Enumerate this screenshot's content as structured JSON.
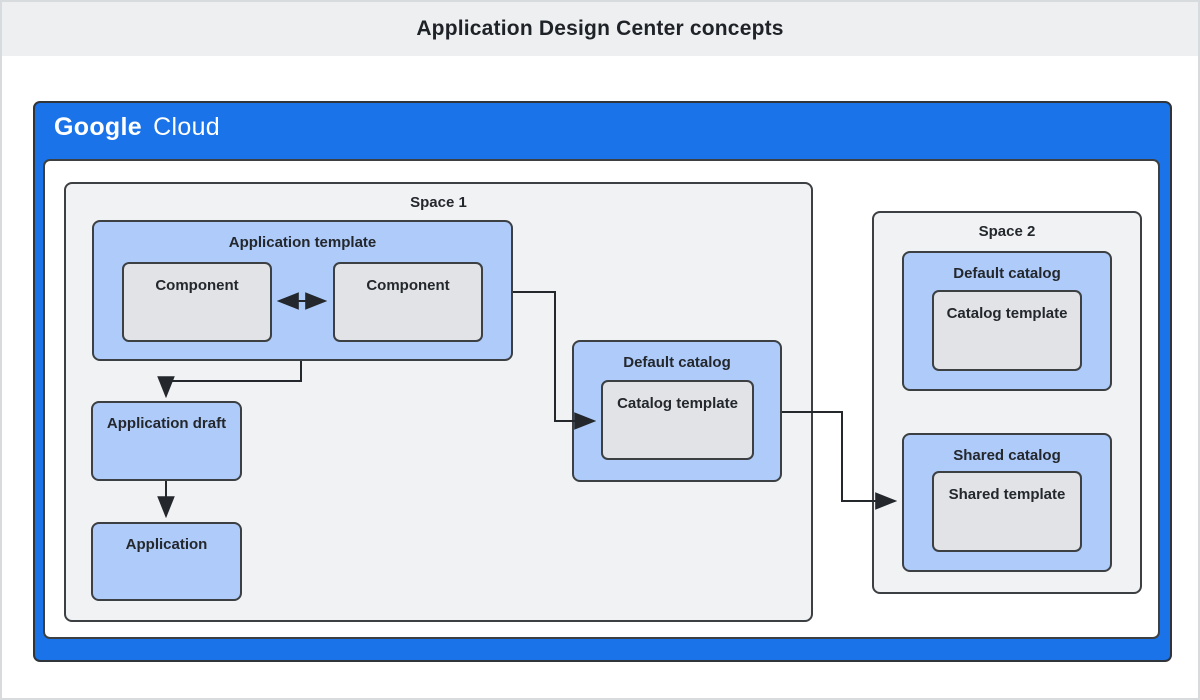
{
  "page": {
    "title": "Application Design Center concepts"
  },
  "brand": {
    "google": "Google",
    "cloud": "Cloud"
  },
  "colors": {
    "brand_blue": "#1a73e8",
    "node_blue": "#aecbfa",
    "node_gray": "#e1e3e6",
    "space_background": "#f1f2f4",
    "border_dark": "#3c4043",
    "arrow": "#24282d",
    "title_bar_background": "#edeff1"
  },
  "diagram": {
    "space1": {
      "label": "Space 1",
      "application_template": {
        "label": "Application template",
        "components": [
          "Component",
          "Component"
        ]
      },
      "application_draft": {
        "label": "Application draft"
      },
      "application": {
        "label": "Application"
      },
      "default_catalog": {
        "label": "Default catalog",
        "template_label": "Catalog template"
      }
    },
    "space2": {
      "label": "Space 2",
      "default_catalog": {
        "label": "Default catalog",
        "template_label": "Catalog template"
      },
      "shared_catalog": {
        "label": "Shared catalog",
        "template_label": "Shared template"
      }
    }
  }
}
